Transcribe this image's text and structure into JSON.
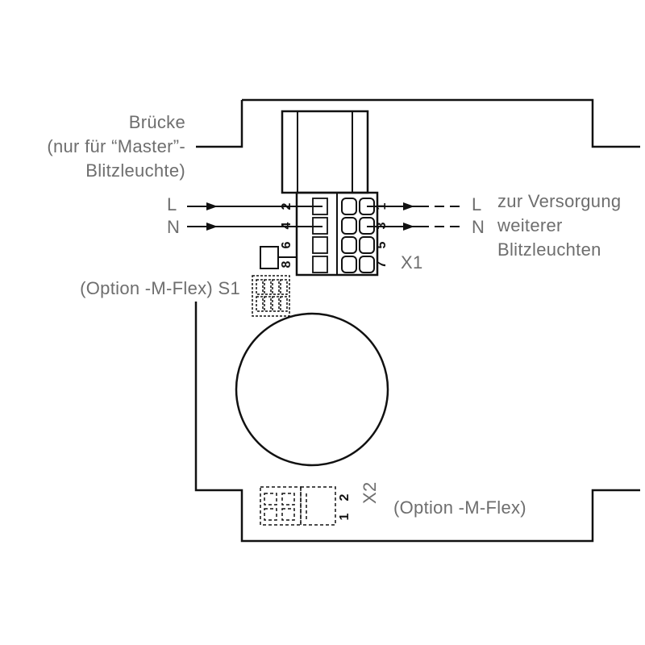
{
  "bridge_label": {
    "line1": "Brücke",
    "line2": "(nur für “Master”-",
    "line3": "Blitzleuchte)"
  },
  "inputs": {
    "l": "L",
    "n": "N"
  },
  "outputs": {
    "l": "L",
    "n": "N"
  },
  "supply_label": {
    "line1": "zur Versorgung",
    "line2": "weiterer",
    "line3": "Blitzleuchten"
  },
  "terminal_x1": {
    "name": "X1",
    "left_numbers": [
      "2",
      "4",
      "6",
      "8"
    ],
    "right_numbers": [
      "1",
      "3",
      "5",
      "7"
    ]
  },
  "switch_s1": {
    "label": "(Option -M-Flex) S1"
  },
  "connector_x2": {
    "name": "X2",
    "option": "(Option -M-Flex)",
    "numbers": [
      "2",
      "1"
    ]
  },
  "colors": {
    "line": "#111111",
    "text": "#6e6e6e"
  }
}
